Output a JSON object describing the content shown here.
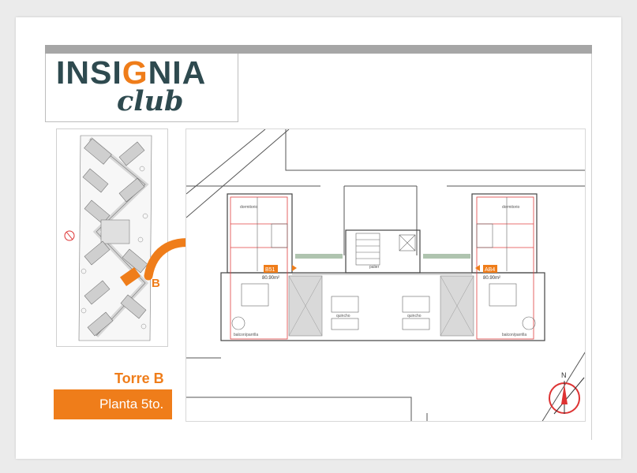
{
  "brand": {
    "logo_part1": "INSI",
    "logo_accent": "G",
    "logo_part2": "NIA",
    "logo_sub": "club",
    "accent_color": "#ef7d1a",
    "dark_color": "#2e4a4f"
  },
  "site_plan": {
    "tower_marker": "B"
  },
  "floor_plan": {
    "units": [
      {
        "code": "B51",
        "area": "80.90m²"
      },
      {
        "code": "AB4",
        "area": "80.90m²"
      }
    ],
    "room_labels": {
      "dormitorio": "dormitorio",
      "palier": "palier",
      "quincho": "quincho",
      "balcon": "balcon/parrilla"
    },
    "north_label": "N"
  },
  "caption": {
    "torre": "Torre B",
    "planta": "Planta 5to."
  }
}
